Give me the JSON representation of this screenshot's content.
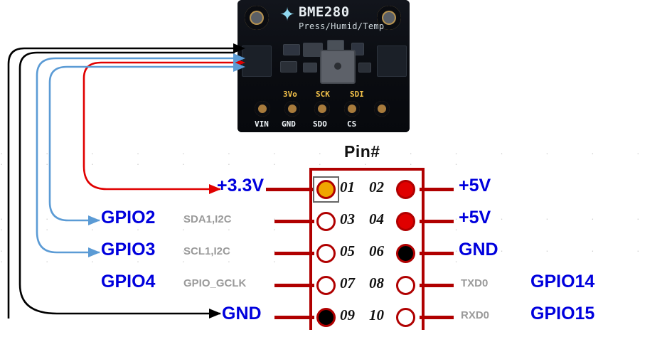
{
  "board": {
    "name": "BME280 breakout board",
    "title": "BME280",
    "subtitle": "Press/Humid/Temp",
    "logo": "adafruit-star-icon",
    "top_pads": [
      "3Vo",
      "SCK",
      "SDI"
    ],
    "bottom_pads": [
      "VIN",
      "GND",
      "SDO",
      "CS"
    ]
  },
  "header": {
    "title": "Pin#",
    "rows": [
      {
        "left_label": "+3.3V",
        "left_alt": "",
        "left_pin": "01",
        "left_style": "orange",
        "right_pin": "02",
        "right_style": "red",
        "right_label": "+5V",
        "right_alt": ""
      },
      {
        "left_label": "GPIO2",
        "left_alt": "SDA1,I2C",
        "left_pin": "03",
        "left_style": "open",
        "right_pin": "04",
        "right_style": "red",
        "right_label": "+5V",
        "right_alt": ""
      },
      {
        "left_label": "GPIO3",
        "left_alt": "SCL1,I2C",
        "left_pin": "05",
        "left_style": "open",
        "right_pin": "06",
        "right_style": "black",
        "right_label": "GND",
        "right_alt": ""
      },
      {
        "left_label": "GPIO4",
        "left_alt": "GPIO_GCLK",
        "left_pin": "07",
        "left_style": "open",
        "right_pin": "08",
        "right_style": "open",
        "right_label": "GPIO14",
        "right_alt": "TXD0"
      },
      {
        "left_label": "GND",
        "left_alt": "",
        "left_pin": "09",
        "left_style": "black",
        "right_pin": "10",
        "right_style": "open",
        "right_label": "GPIO15",
        "right_alt": "RXD0"
      }
    ]
  },
  "wires": [
    {
      "name": "wire-black-vin-to-3v3",
      "color": "#000000"
    },
    {
      "name": "wire-red-3v3",
      "color": "#e00000"
    },
    {
      "name": "wire-blue-sck-gpio3",
      "color": "#5b9bd5"
    },
    {
      "name": "wire-blue-sdi-gpio2",
      "color": "#5b9bd5"
    },
    {
      "name": "wire-black-gnd",
      "color": "#000000"
    }
  ],
  "colors": {
    "header_red": "#b00000",
    "pin_blue": "#0000dd",
    "alt_gray": "#9a9a9a",
    "pin_orange": "#f0a500",
    "wire_blue": "#5b9bd5"
  }
}
